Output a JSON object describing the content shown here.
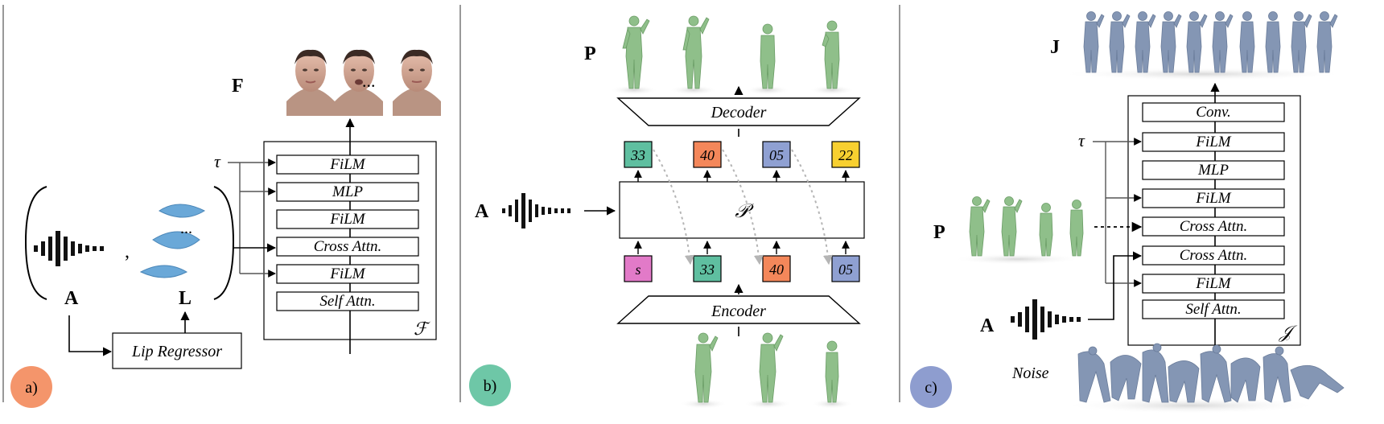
{
  "panel_a": {
    "badge": "a)",
    "face_label": "F",
    "face_dots": "...",
    "tau": "τ",
    "audio_label": "A",
    "lip_label": "L",
    "comma": ",",
    "lip_dots": "...",
    "lip_regressor": "Lip Regressor",
    "blocks": [
      "FiLM",
      "MLP",
      "FiLM",
      "Cross Attn.",
      "FiLM",
      "Self Attn."
    ],
    "module_label": "ℱ"
  },
  "panel_b": {
    "badge": "b)",
    "pose_label": "P",
    "audio_label": "A",
    "decoder": "Decoder",
    "encoder": "Encoder",
    "transformer": "𝒫",
    "top_tokens": [
      "33",
      "40",
      "05",
      "22"
    ],
    "bottom_tokens": [
      "s",
      "33",
      "40",
      "05"
    ]
  },
  "panel_c": {
    "badge": "c)",
    "joints_label": "J",
    "pose_label": "P",
    "audio_label": "A",
    "tau": "τ",
    "noise": "Noise",
    "blocks": [
      "Conv.",
      "FiLM",
      "MLP",
      "FiLM",
      "Cross Attn.",
      "Cross Attn.",
      "FiLM",
      "Self Attn."
    ],
    "module_label": "𝒥"
  },
  "colors": {
    "badge_a": "#f4956b",
    "badge_b": "#6ec7a7",
    "badge_c": "#8e9dcf",
    "token_teal": "#5fbfa0",
    "token_orange": "#f4875a",
    "token_blue": "#8fa0d2",
    "token_yellow": "#f8d030",
    "token_pink": "#e27ac8",
    "body_green": "#8fbf8a",
    "body_blue": "#8496b4",
    "lip_blue": "#6aa8d8"
  }
}
